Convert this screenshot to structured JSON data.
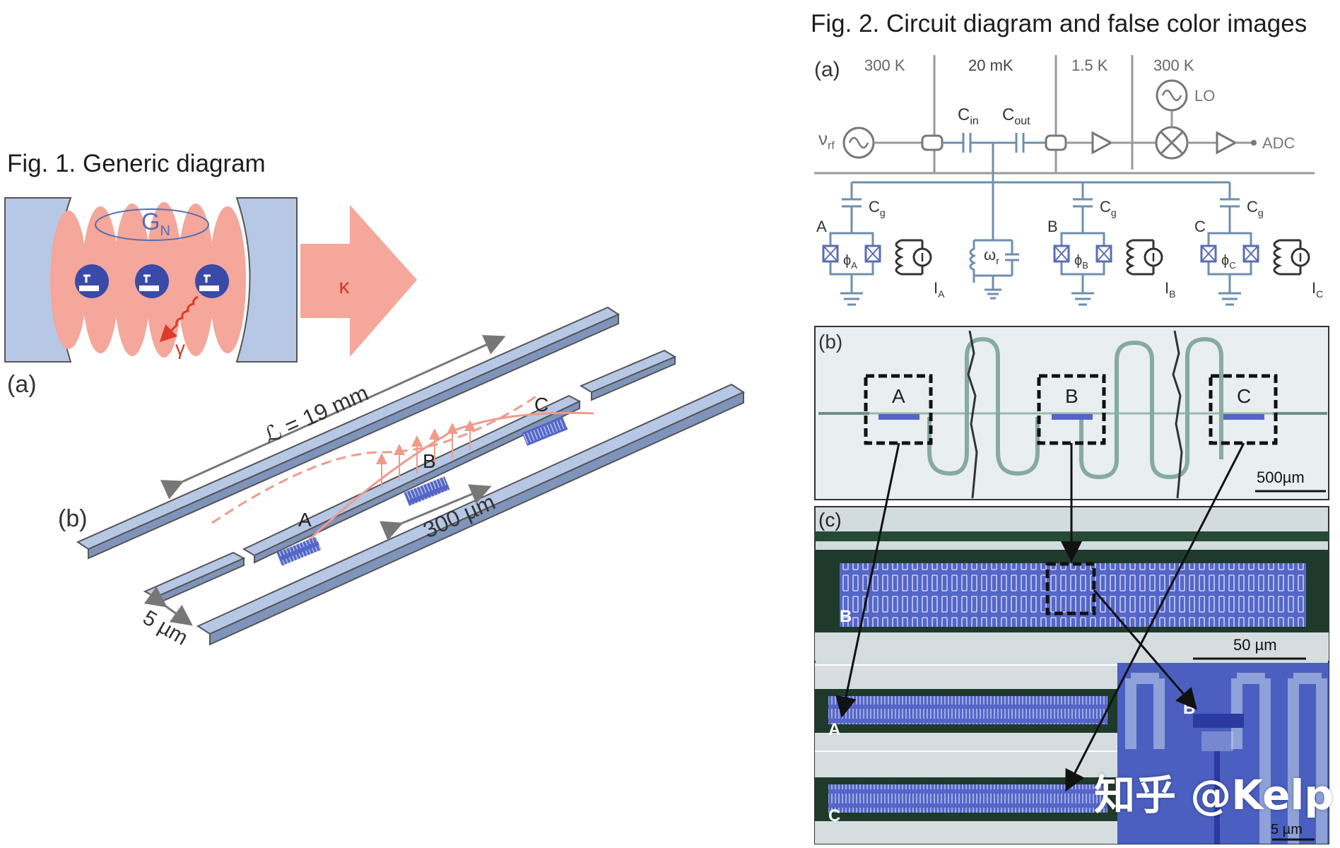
{
  "fig1": {
    "title": "Fig. 1. Generic diagram",
    "panel_a_label": "(a)",
    "panel_b_label": "(b)",
    "coupling_label": "G",
    "coupling_sub": "N",
    "decay_kappa": "κ",
    "decay_gamma": "γ",
    "length_label": "ℒ = 19 mm",
    "gap_label": "5 µm",
    "span_label": "300 µm",
    "qubit_A": "A",
    "qubit_B": "B",
    "qubit_C": "C"
  },
  "fig2": {
    "title": "Fig. 2. Circuit diagram and false color images",
    "panel_a_label": "(a)",
    "panel_b_label": "(b)",
    "panel_c_label": "(c)",
    "temps": [
      "300 K",
      "20 mK",
      "1.5 K",
      "300 K"
    ],
    "source_label": "ν",
    "source_sub": "rf",
    "cin_label": "C",
    "cin_sub": "in",
    "cout_label": "C",
    "cout_sub": "out",
    "lo_label": "LO",
    "adc_label": "ADC",
    "cg_label": "C",
    "cg_sub": "g",
    "omega_label": "ω",
    "omega_sub": "r",
    "qubits": [
      {
        "name": "A",
        "phi": "ϕ",
        "phi_sub": "A",
        "current": "I",
        "current_sub": "A"
      },
      {
        "name": "B",
        "phi": "ϕ",
        "phi_sub": "B",
        "current": "I",
        "current_sub": "B"
      },
      {
        "name": "C",
        "phi": "ϕ",
        "phi_sub": "C",
        "current": "I",
        "current_sub": "C"
      }
    ],
    "scale_b": "500µm",
    "scale_c": "50 µm",
    "scale_inset": "5 µm",
    "box_labels": [
      "A",
      "B",
      "C"
    ],
    "micro_labels": {
      "b_main": "B",
      "a_strip": "A",
      "c_strip": "C",
      "b_inset": "B"
    }
  },
  "watermark": "知乎 @Kelp"
}
